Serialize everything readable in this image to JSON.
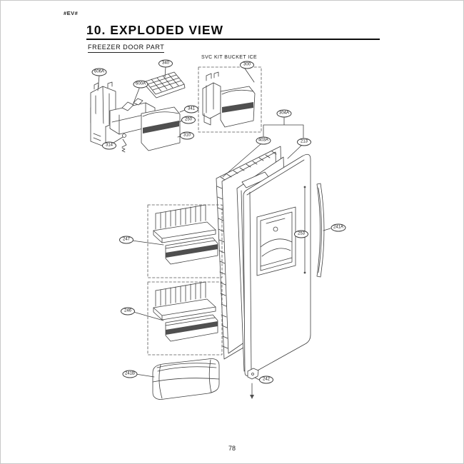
{
  "page": {
    "corner_mark": "#EV#",
    "title": "10. EXPLODED VIEW",
    "subtitle": "FREEZER DOOR PART",
    "page_number": "78"
  },
  "diagram": {
    "svc_kit_title": "SVC KIT BUCKET ICE",
    "labels": [
      {
        "part": "606A"
      },
      {
        "part": "600A"
      },
      {
        "part": "340"
      },
      {
        "part": "341"
      },
      {
        "part": "250"
      },
      {
        "part": "310"
      },
      {
        "part": "314"
      },
      {
        "part": "300"
      },
      {
        "part": "304A"
      },
      {
        "part": "403A"
      },
      {
        "part": "213"
      },
      {
        "part": "253"
      },
      {
        "part": "241A"
      },
      {
        "part": "242"
      },
      {
        "part": "247"
      },
      {
        "part": "246"
      },
      {
        "part": "241B"
      }
    ],
    "colors": {
      "line": "#3f3f3f",
      "dark_band": "#4f4f4f"
    }
  }
}
